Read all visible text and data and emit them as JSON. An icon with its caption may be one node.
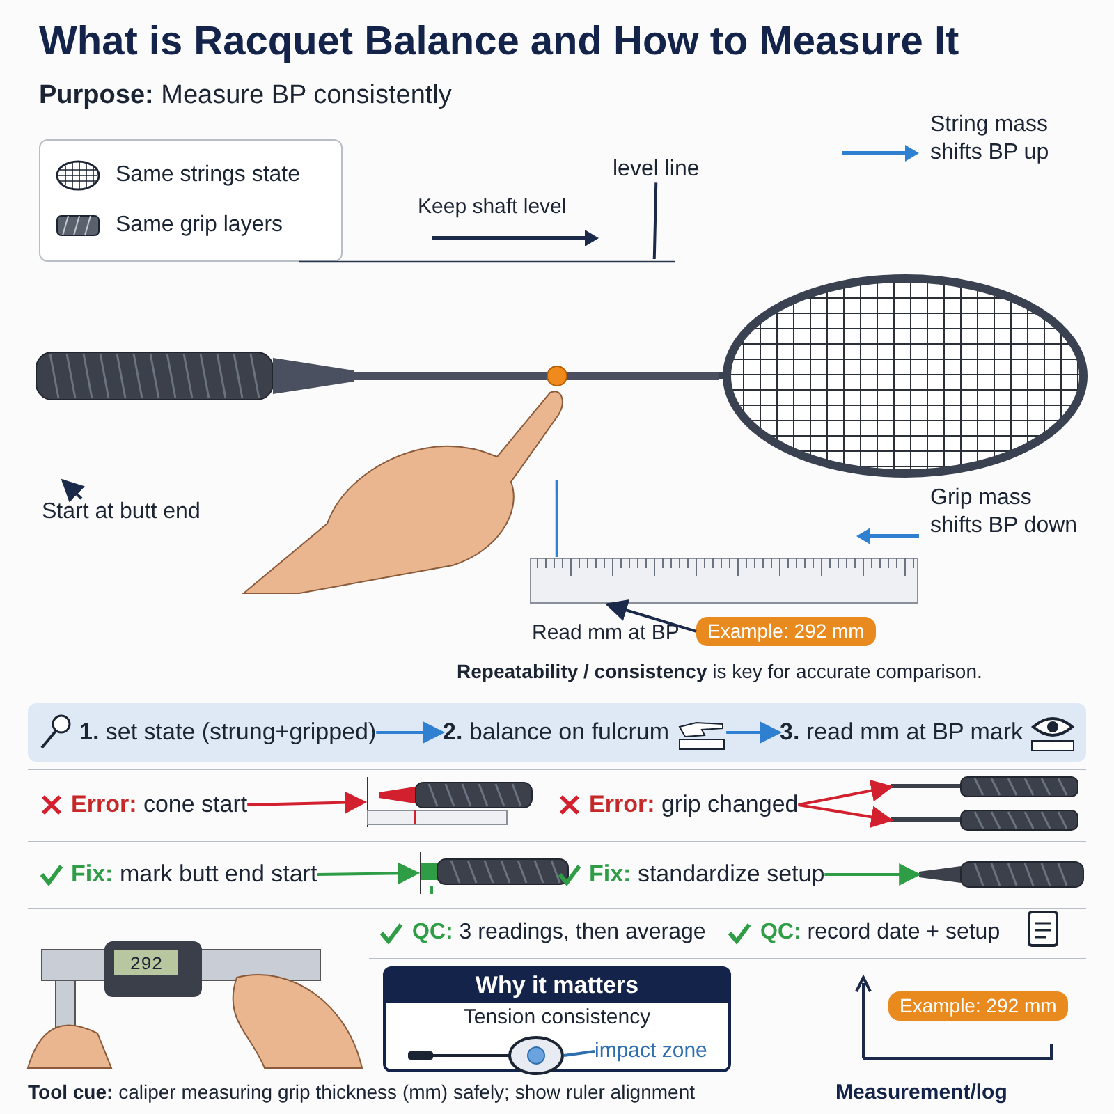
{
  "diagram": {
    "title": "What is Racquet Balance and How to Measure It",
    "nodes": [
      {
        "text": [],
        "shape": "picture"
      },
      {
        "text": [
          "Start at butt end"
        ]
      },
      {
        "text": [
          "level line"
        ]
      },
      {
        "text": [],
        "shape": "picture"
      },
      {
        "text": [
          "Example: 292 mm"
        ]
      },
      {
        "text": [
          "**1.** set state (strung+gripped)"
        ]
      },
      {
        "text": [
          "**2.** balance on fulcrum"
        ]
      },
      {
        "text": [
          "**3.** read mm at BP mark"
        ]
      },
      {
        "text": [
          "**Error:** cone start"
        ]
      },
      {
        "text": [],
        "shape": "picture"
      },
      {
        "text": [
          "**Error:** grip changed"
        ]
      },
      {
        "text": [],
        "shape": "picture"
      },
      {
        "text": [],
        "shape": "picture"
      },
      {
        "text": [
          "**Fix:** mark butt end start"
        ]
      },
      {
        "text": [],
        "shape": "picture"
      },
      {
        "text": [
          "**Fix:** standardize setup"
        ]
      },
      {
        "text": [],
        "shape": "picture"
      },
      {
        "text": [
          "Why it matters",
          "Tension consistency"
        ]
      },
      {
        "text": [],
        "shape": "picture",
        "in": 17
      },
      {
        "text": [
          "impact zone"
        ],
        "in": 17
      },
      {
        "text": [],
        "shape": "bar"
      },
      {
        "text": [
          "Example: 292 mm"
        ]
      }
    ],
    "edges": [
      {
        "from": 1,
        "to": 0,
        "arrow": "to"
      },
      {
        "from": 2,
        "to": 20,
        "arrow": "none"
      },
      {
        "from": 0,
        "to": 3,
        "arrow": "none",
        "color": "#2f80d0"
      },
      {
        "from": 4,
        "to": 3,
        "arrow": "to"
      },
      {
        "from": 5,
        "to": 6,
        "arrow": "to",
        "color": "#2f80d0"
      },
      {
        "from": 6,
        "to": 7,
        "arrow": "to",
        "color": "#2f80d0"
      },
      {
        "from": 8,
        "to": 9,
        "arrow": "to",
        "color": "#d2202f"
      },
      {
        "from": 10,
        "to": 11,
        "arrow": "to",
        "color": "#d2202f"
      },
      {
        "from": 10,
        "to": 12,
        "arrow": "to",
        "color": "#d2202f"
      },
      {
        "from": 13,
        "to": 14,
        "arrow": "to",
        "color": "#2e9d46"
      },
      {
        "from": 15,
        "to": 16,
        "arrow": "to",
        "color": "#2e9d46"
      },
      {
        "from": 19,
        "to": 18,
        "arrow": "none",
        "color": "#2f6fb0"
      }
    ],
    "labels": [
      "**Purpose:** Measure BP consistently",
      "String mass shifts BP up",
      "Keep shaft level",
      "Grip mass shifts BP down",
      "Read mm at BP",
      "**Repeatability / consistency** is key for accurate comparison.",
      "**QC:** 3 readings, then average",
      "**QC:** record date + setup",
      "292",
      "**Tool cue:** caliper measuring grip thickness (mm) safely; show ruler alignment",
      "Measurement/log"
    ],
    "legend": [
      {
        "text": "Same strings state"
      },
      {
        "text": "Same grip layers"
      }
    ]
  }
}
